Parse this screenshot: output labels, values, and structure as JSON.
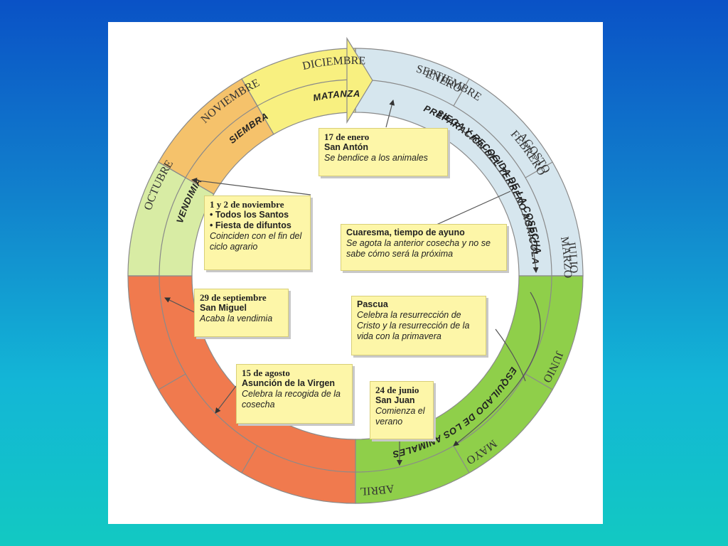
{
  "months": [
    "ENERO",
    "FEBRERO",
    "MARZO",
    "ABRIL",
    "MAYO",
    "JUNIO",
    "JULIO",
    "AGOSTO",
    "SEPTIEMBRE",
    "OCTUBRE",
    "NOVIEMBRE",
    "DICIEMBRE"
  ],
  "activities": {
    "preparacion": "PREPARACIÓN DEL TERRENO AGRÍCOLA",
    "esquilado": "ESQUILADO DE LOS ANIMALES",
    "siega": "SIEGA Y RECOGIDA DE LA COSECHA",
    "vendimia": "VENDIMIA",
    "siembra": "SIEMBRA",
    "matanza": "MATANZA"
  },
  "events": {
    "san_anton": {
      "date": "17 de enero",
      "name": "San Antón",
      "desc": "Se bendice a los animales"
    },
    "todos_santos": {
      "date": "1 y 2 de noviembre",
      "items": [
        "Todos los Santos",
        "Fiesta de difuntos"
      ],
      "desc": "Coinciden con el fin del ciclo agrario"
    },
    "cuaresma": {
      "name": "Cuaresma, tiempo de ayuno",
      "desc": "Se agota la anterior cosecha y no se sabe cómo será la próxima"
    },
    "san_miguel": {
      "date": "29 de septiembre",
      "name": "San Miguel",
      "desc": "Acaba la vendimia"
    },
    "pascua": {
      "name": "Pascua",
      "desc": "Celebra la resurrección de Cristo y la resurrección de la vida con la primavera"
    },
    "asuncion": {
      "date": "15 de agosto",
      "name": "Asunción de la Virgen",
      "desc": "Celebra la recogida de la cosecha"
    },
    "san_juan": {
      "date": "24 de junio",
      "name": "San Juan",
      "desc": "Comienza el verano"
    }
  },
  "colors": {
    "winter": "#d6e6ee",
    "spring": "#8fcf4a",
    "summer": "#f07a4e",
    "vendimia": "#d8eca4",
    "siembra": "#f5c26b",
    "matanza": "#f8f080",
    "box": "#fdf6a8"
  }
}
